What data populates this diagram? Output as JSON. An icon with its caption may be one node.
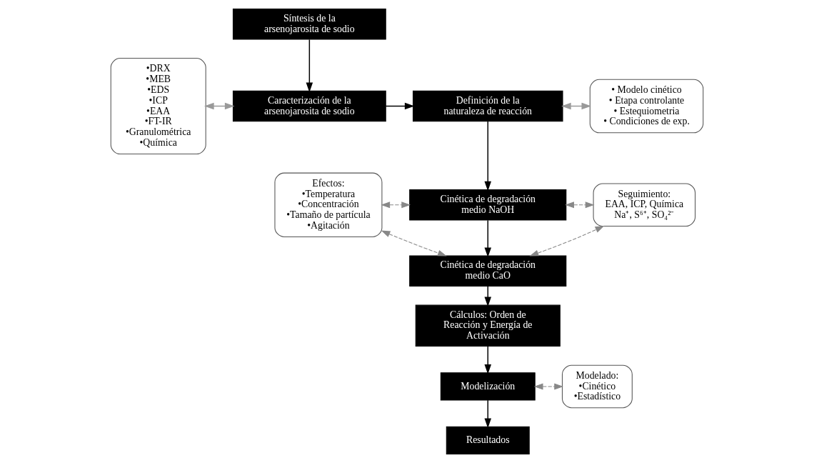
{
  "diagram": {
    "nodes": [
      {
        "text": [
          "•DRX",
          "•MEB",
          "•EDS",
          "•ICP",
          "•EAA",
          "•FT-IR",
          "•Granulométrica",
          "•Química"
        ]
      },
      {
        "text": [
          "Síntesis de la arsenojarosita de sodio"
        ]
      },
      {
        "text": [
          "Caracterización de la arsenojarosita de sodio"
        ]
      },
      {
        "text": [
          "Definición de la naturaleza de reacción"
        ]
      },
      {
        "text": [
          "• Modelo cinético",
          "• Etapa controlante",
          "• Estequiometria",
          "• Condiciones de exp."
        ]
      },
      {
        "text": [
          "Efectos:",
          "•Temperatura",
          "•Concentración",
          "•Tamaño de partícula",
          "•Agitación"
        ]
      },
      {
        "text": [
          "Cinética de degradación medio NaOH"
        ]
      },
      {
        "text": [
          "Cinética de degradación medio CaO"
        ]
      },
      {
        "text": [
          "Seguimiento:",
          "EAA, ICP, Química",
          "Na⁺, S⁶⁺, SO₄²⁻"
        ]
      },
      {
        "text": [
          "Cálculos: Orden de Reacción y Energía de Activación"
        ]
      },
      {
        "text": [
          "Modelización"
        ]
      },
      {
        "text": [
          "Modelado:",
          "•Cinético",
          "•Estadístico"
        ]
      },
      {
        "text": [
          "Resultados"
        ]
      }
    ],
    "edges": [
      {
        "from": 1,
        "to": 2,
        "arrow": "to"
      },
      {
        "from": 0,
        "to": 2,
        "arrow": "both",
        "color": "#999999"
      },
      {
        "from": 2,
        "to": 3,
        "arrow": "to"
      },
      {
        "from": 3,
        "to": 4,
        "arrow": "both",
        "color": "#999999"
      },
      {
        "from": 3,
        "to": 6,
        "arrow": "to"
      },
      {
        "from": 6,
        "to": 7,
        "arrow": "to"
      },
      {
        "from": 5,
        "to": 6,
        "arrow": "both",
        "style": "dashed",
        "color": "#888888"
      },
      {
        "from": 5,
        "to": 7,
        "arrow": "both",
        "style": "dashed",
        "color": "#888888"
      },
      {
        "from": 6,
        "to": 8,
        "arrow": "both",
        "style": "dashed",
        "color": "#888888"
      },
      {
        "from": 7,
        "to": 8,
        "arrow": "both",
        "style": "dashed",
        "color": "#888888"
      },
      {
        "from": 7,
        "to": 9,
        "arrow": "to"
      },
      {
        "from": 9,
        "to": 10,
        "arrow": "to"
      },
      {
        "from": 10,
        "to": 11,
        "arrow": "both",
        "style": "dashed",
        "color": "#888888"
      },
      {
        "from": 10,
        "to": 12,
        "arrow": "to"
      }
    ]
  }
}
